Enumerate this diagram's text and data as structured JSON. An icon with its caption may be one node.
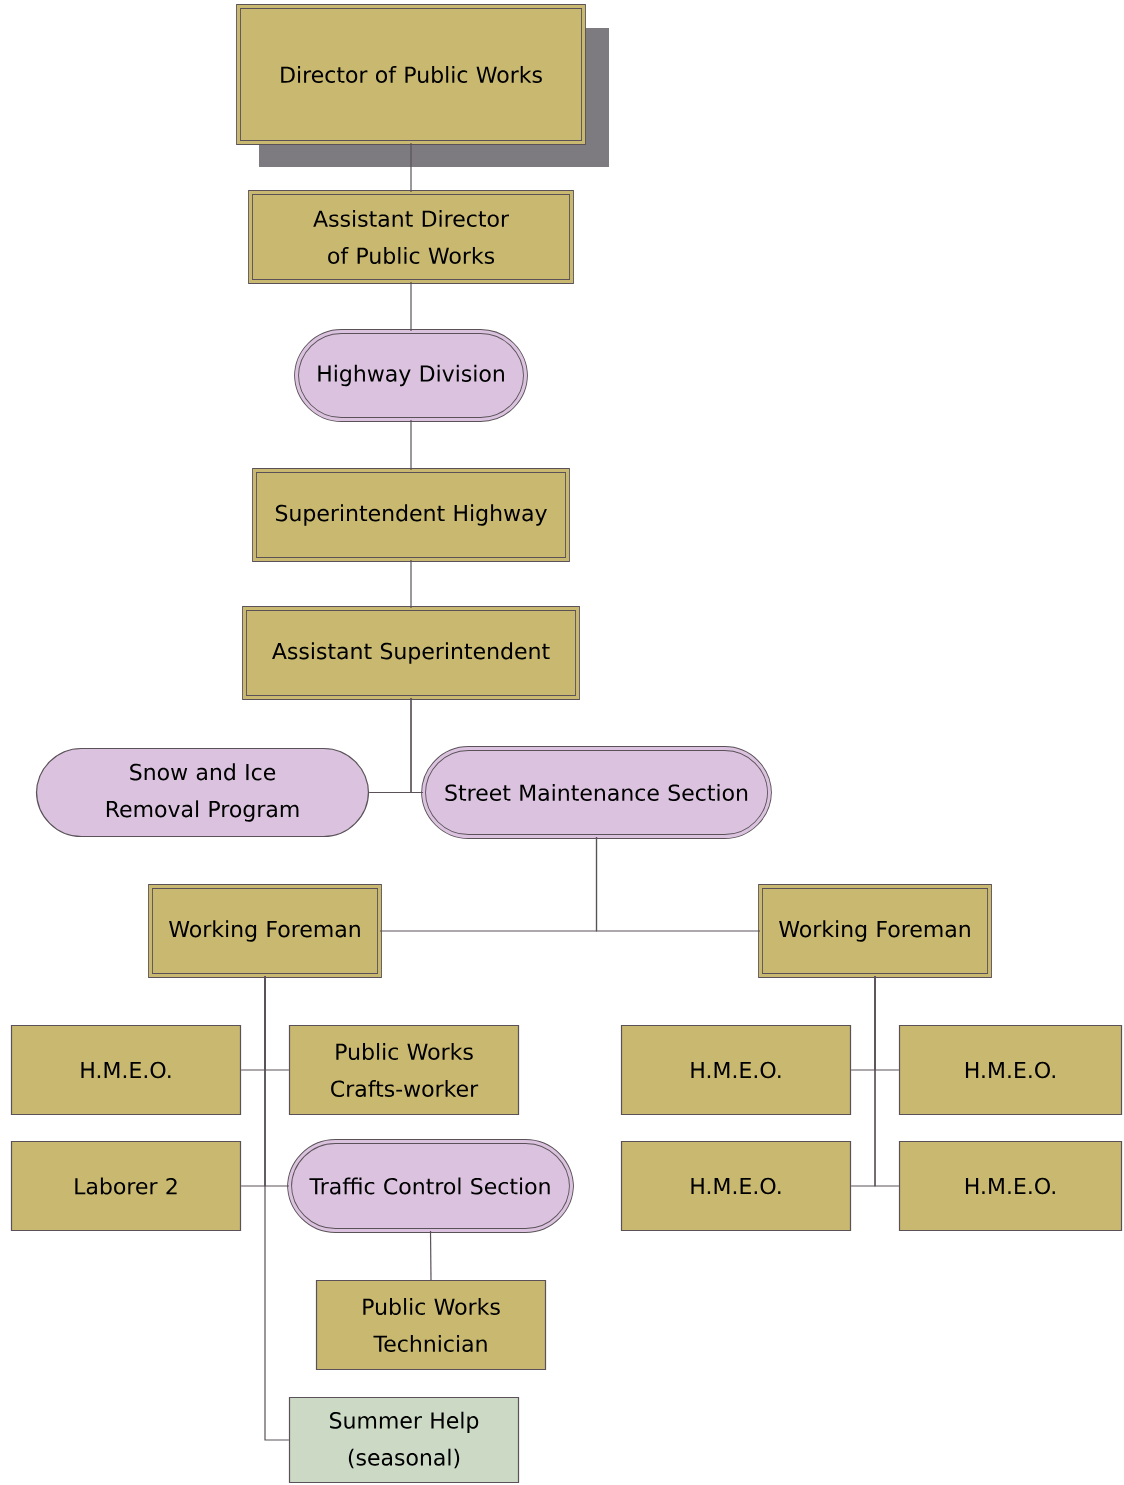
{
  "diagram": {
    "nodes": [
      {
        "text": [
          "Director of Public Works"
        ]
      },
      {
        "text": [
          "Assistant Director of Public Works"
        ]
      },
      {
        "text": [
          "Highway Division"
        ]
      },
      {
        "text": [
          "Superintendent Highway"
        ]
      },
      {
        "text": [
          "Assistant Superintendent"
        ]
      },
      {
        "text": [
          "Snow and Ice Removal Program"
        ]
      },
      {
        "text": [
          "Street Maintenance Section"
        ]
      },
      {
        "text": [
          "Working Foreman"
        ]
      },
      {
        "text": [
          "Working Foreman"
        ]
      },
      {
        "text": [
          "H.M.E.O."
        ]
      },
      {
        "text": [
          "Public Works Crafts-worker"
        ]
      },
      {
        "text": [
          "H.M.E.O."
        ]
      },
      {
        "text": [
          "H.M.E.O."
        ]
      },
      {
        "text": [
          "Laborer 2"
        ]
      },
      {
        "text": [
          "Traffic Control Section"
        ]
      },
      {
        "text": [
          "H.M.E.O."
        ]
      },
      {
        "text": [
          "H.M.E.O."
        ]
      },
      {
        "text": [
          "Public Works Technician"
        ]
      },
      {
        "text": [
          "Summer Help (seasonal)"
        ]
      }
    ],
    "edges": [
      {
        "from": 0,
        "to": 1,
        "arrow": "none"
      },
      {
        "from": 1,
        "to": 2,
        "arrow": "none"
      },
      {
        "from": 2,
        "to": 3,
        "arrow": "none"
      },
      {
        "from": 3,
        "to": 4,
        "arrow": "none"
      },
      {
        "from": 4,
        "to": 5,
        "arrow": "none"
      },
      {
        "from": 4,
        "to": 6,
        "arrow": "none"
      },
      {
        "from": 6,
        "to": 7,
        "arrow": "none"
      },
      {
        "from": 6,
        "to": 8,
        "arrow": "none"
      },
      {
        "from": 7,
        "to": 9,
        "arrow": "none"
      },
      {
        "from": 7,
        "to": 10,
        "arrow": "none"
      },
      {
        "from": 7,
        "to": 13,
        "arrow": "none"
      },
      {
        "from": 7,
        "to": 14,
        "arrow": "none"
      },
      {
        "from": 7,
        "to": 18,
        "arrow": "none"
      },
      {
        "from": 8,
        "to": 11,
        "arrow": "none"
      },
      {
        "from": 8,
        "to": 12,
        "arrow": "none"
      },
      {
        "from": 8,
        "to": 15,
        "arrow": "none"
      },
      {
        "from": 8,
        "to": 16,
        "arrow": "none"
      },
      {
        "from": 14,
        "to": 17,
        "arrow": "none"
      }
    ]
  }
}
